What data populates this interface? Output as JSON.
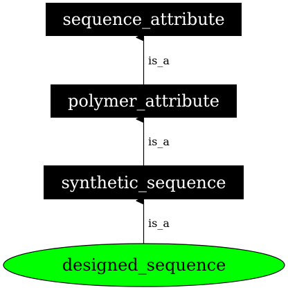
{
  "nodes": {
    "sequence_attribute": {
      "label": "sequence_attribute",
      "fill": "#000000",
      "text_color": "#ffffff"
    },
    "polymer_attribute": {
      "label": "polymer_attribute",
      "fill": "#000000",
      "text_color": "#ffffff"
    },
    "synthetic_sequence": {
      "label": "synthetic_sequence",
      "fill": "#000000",
      "text_color": "#ffffff"
    },
    "designed_sequence": {
      "label": "designed_sequence",
      "fill": "#00ff00",
      "text_color": "#000000",
      "shape": "ellipse"
    }
  },
  "edges": [
    {
      "from": "polymer_attribute",
      "to": "sequence_attribute",
      "label": "is_a"
    },
    {
      "from": "synthetic_sequence",
      "to": "polymer_attribute",
      "label": "is_a"
    },
    {
      "from": "designed_sequence",
      "to": "synthetic_sequence",
      "label": "is_a"
    }
  ]
}
